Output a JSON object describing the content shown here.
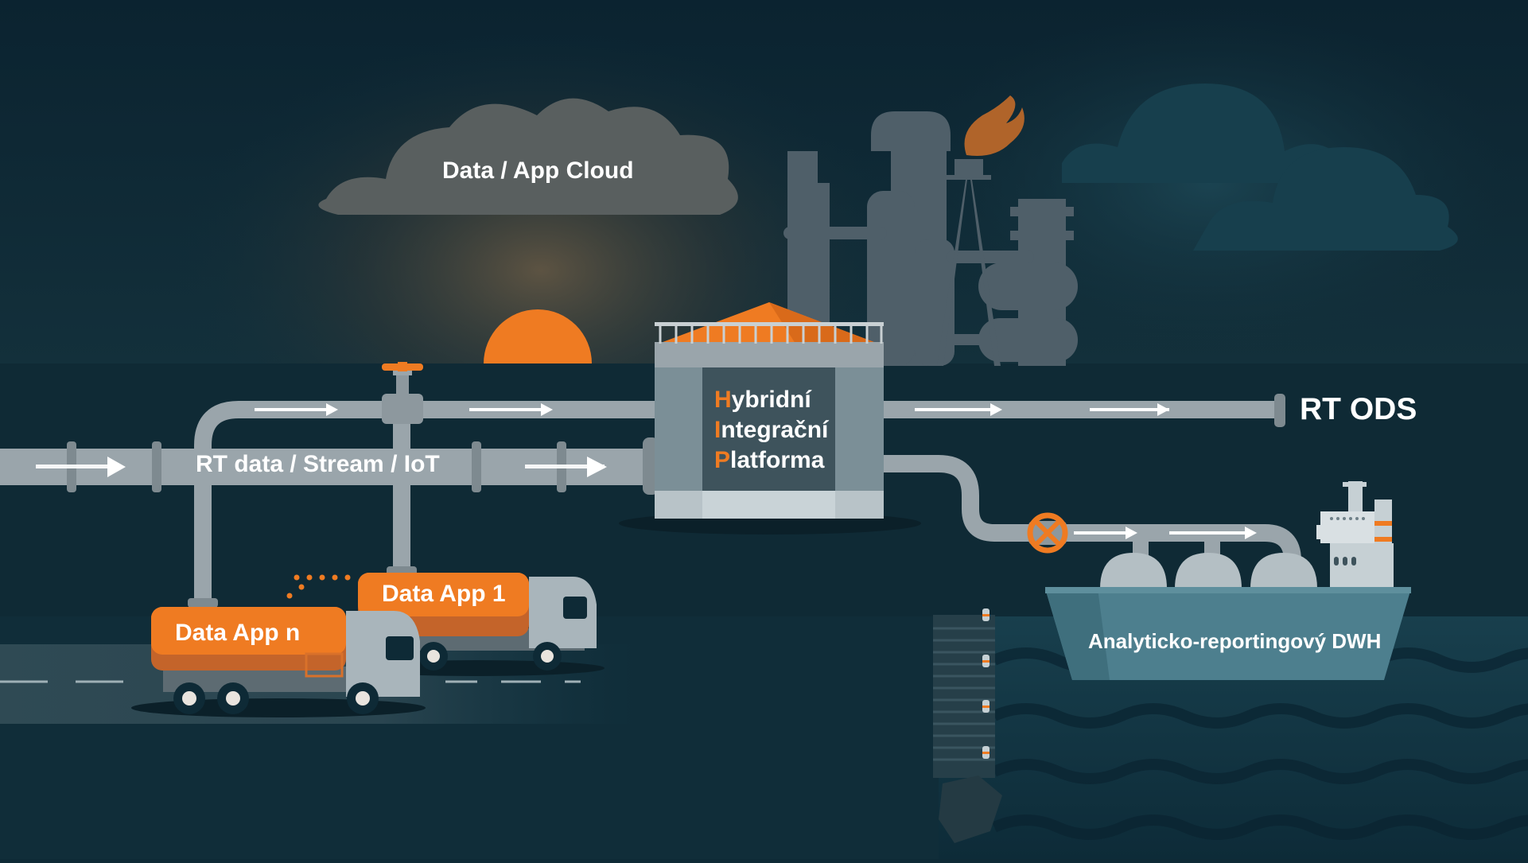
{
  "colors": {
    "background": "#0e2a36",
    "sky_top": "#0b2330",
    "ground": "#143845",
    "water": "#0f3140",
    "pipe": "#9aa5ab",
    "accent_orange": "#ef7b22",
    "ship_hull": "#4d7f8e",
    "truck_body": "#a9b5bb",
    "silhouette": "#556570"
  },
  "labels": {
    "cloud": "Data / App Cloud",
    "rt_data": "RT data / Stream / IoT",
    "rt_ods": "RT ODS",
    "dwh": "Analyticko-reportingový DWH",
    "data_app_1": "Data App 1",
    "data_app_n": "Data App n"
  },
  "platform": {
    "line1_initial": "H",
    "line1_rest": "ybridní",
    "line2_initial": "I",
    "line2_rest": "ntegrační",
    "line3_initial": "P",
    "line3_rest": "latforma"
  },
  "icons": [
    "cloud-icon",
    "sun-icon",
    "refinery-icon",
    "flare-icon",
    "storage-tank-icon",
    "valve-icon",
    "truck-icon",
    "ship-icon",
    "pier-icon",
    "arrow-right-icon"
  ]
}
